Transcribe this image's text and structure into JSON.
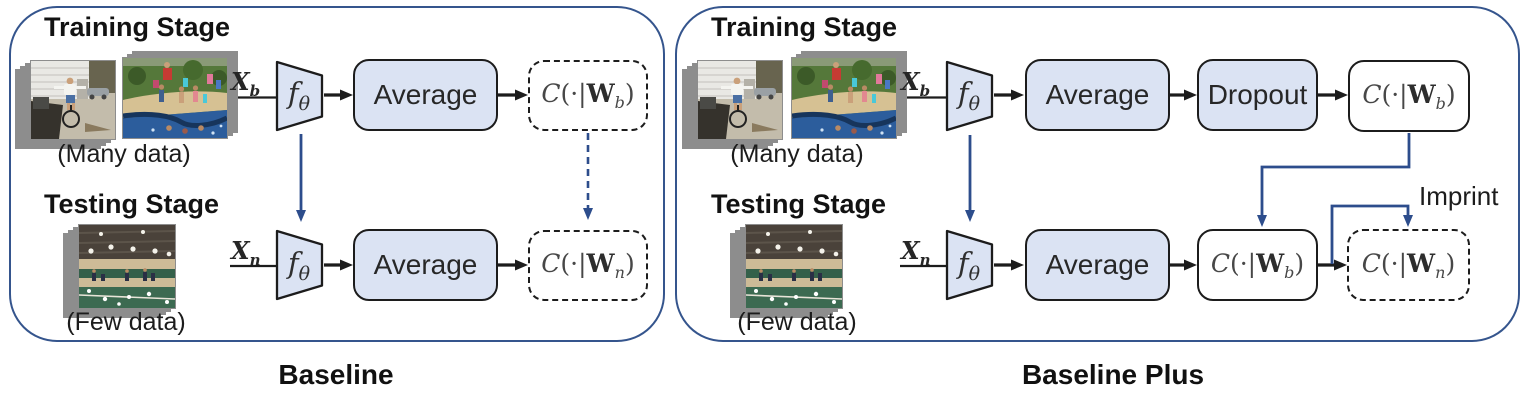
{
  "colors": {
    "background": "#ffffff",
    "panel_border": "#35558d",
    "arrow_blue": "#2d4d8c",
    "box_fill": "#dbe3f3",
    "box_border": "#1c1c1c",
    "math_text": "#474747"
  },
  "labels": {
    "training_stage": "Training Stage",
    "testing_stage": "Testing Stage",
    "many_data": "(Many data)",
    "few_data": "(Few data)",
    "average": "Average",
    "dropout": "Dropout",
    "imprint": "Imprint",
    "baseline": "Baseline",
    "baseline_plus": "Baseline Plus"
  },
  "math": {
    "x": "X",
    "f": "f",
    "theta": "θ",
    "sub_b": "b",
    "sub_n": "n",
    "c": "C",
    "open": "(·|",
    "w": "W",
    "close": ")"
  }
}
